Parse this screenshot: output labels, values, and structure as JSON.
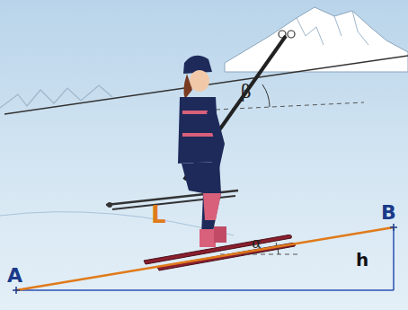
{
  "diagram": {
    "labels": [
      "β",
      "B",
      "L",
      "h",
      "α",
      "A"
    ]
  }
}
